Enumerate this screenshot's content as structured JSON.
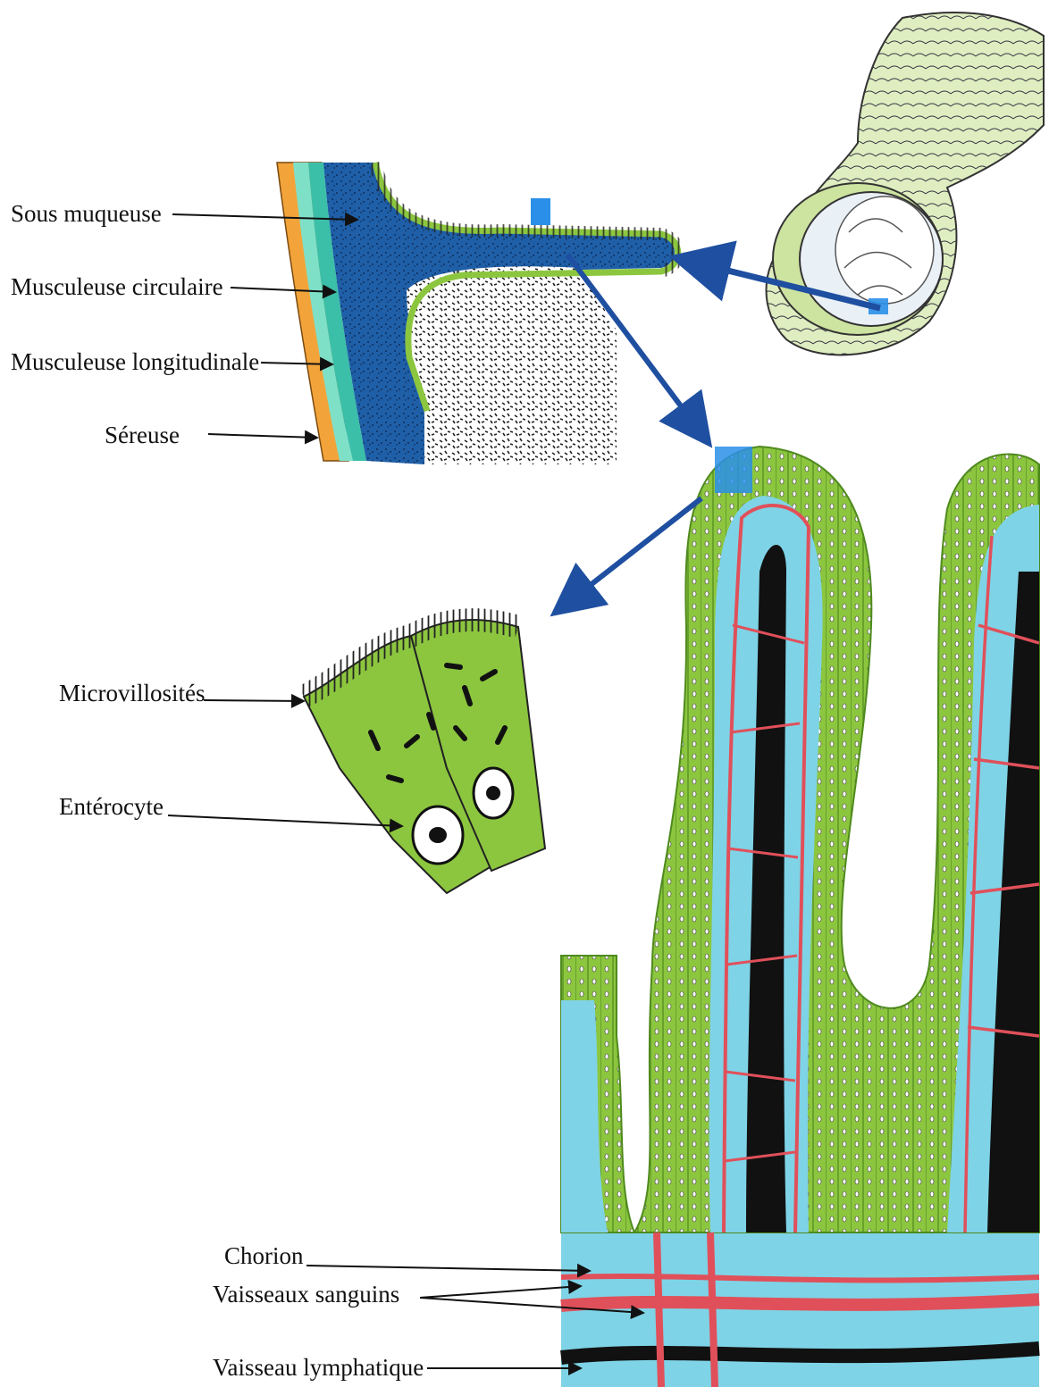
{
  "labels": {
    "sous_muqueuse": "Sous muqueuse",
    "musculeuse_circulaire": "Musculeuse circulaire",
    "musculeuse_longitudinale": "Musculeuse longitudinale",
    "sereuse": "Séreuse",
    "microvillosites": "Microvillosités",
    "enterocyte": "Entérocyte",
    "chorion": "Chorion",
    "vaisseaux_sanguins": "Vaisseaux sanguins",
    "vaisseau_lymphatique": "Vaisseau lymphatique"
  },
  "colors": {
    "epithelium": "#8cc63f",
    "epithelium_dark": "#4f8a1e",
    "submucosa": "#1f5fa8",
    "chorion": "#7fd3e6",
    "blood_vessel": "#e0505a",
    "lymph": "#111111",
    "serosa": "#f2a43a",
    "muscle_longitudinal": "#3bbfa8",
    "muscle_circular": "#7fe0c8",
    "arrow": "#1f4fa0",
    "highlight": "#2a8fe8",
    "intestine_outer": "#dfeec0"
  }
}
